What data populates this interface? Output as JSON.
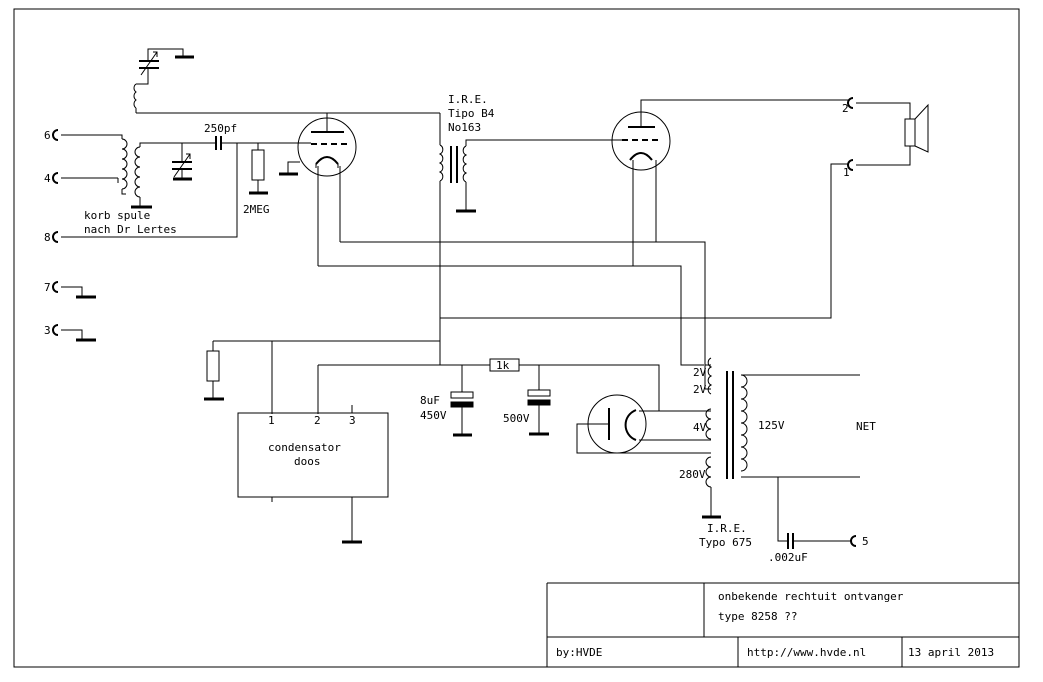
{
  "terminals": {
    "t6": "6",
    "t4": "4",
    "t8": "8",
    "t7": "7",
    "t3": "3",
    "t2": "2",
    "t1": "1",
    "t5": "5"
  },
  "labels": {
    "coil_1": "korb spule",
    "coil_2": "nach Dr Lertes",
    "cap_250pf": "250pf",
    "res_2meg": "2MEG",
    "ire_b4_1": "I.R.E.",
    "ire_b4_2": "Tipo B4",
    "ire_b4_3": "No163",
    "res_1k": "1k",
    "cap_8uf_1": "8uF",
    "cap_8uf_2": "450V",
    "cap_500v": "500V",
    "tr_2v_a": "2V",
    "tr_2v_b": "2V",
    "tr_4v": "4V",
    "tr_280v": "280V",
    "tr_125v": "125V",
    "net": "NET",
    "ire_675_1": "I.R.E.",
    "ire_675_2": "Typo 675",
    "cap_002": ".002uF",
    "cond_1": "1",
    "cond_2": "2",
    "cond_3": "3",
    "cond_name_1": "condensator",
    "cond_name_2": "doos"
  },
  "title_block": {
    "title_1": "onbekende rechtuit ontvanger",
    "title_2": "type 8258 ??",
    "by": "by:HVDE",
    "url": "http://www.hvde.nl",
    "date": "13 april 2013"
  }
}
